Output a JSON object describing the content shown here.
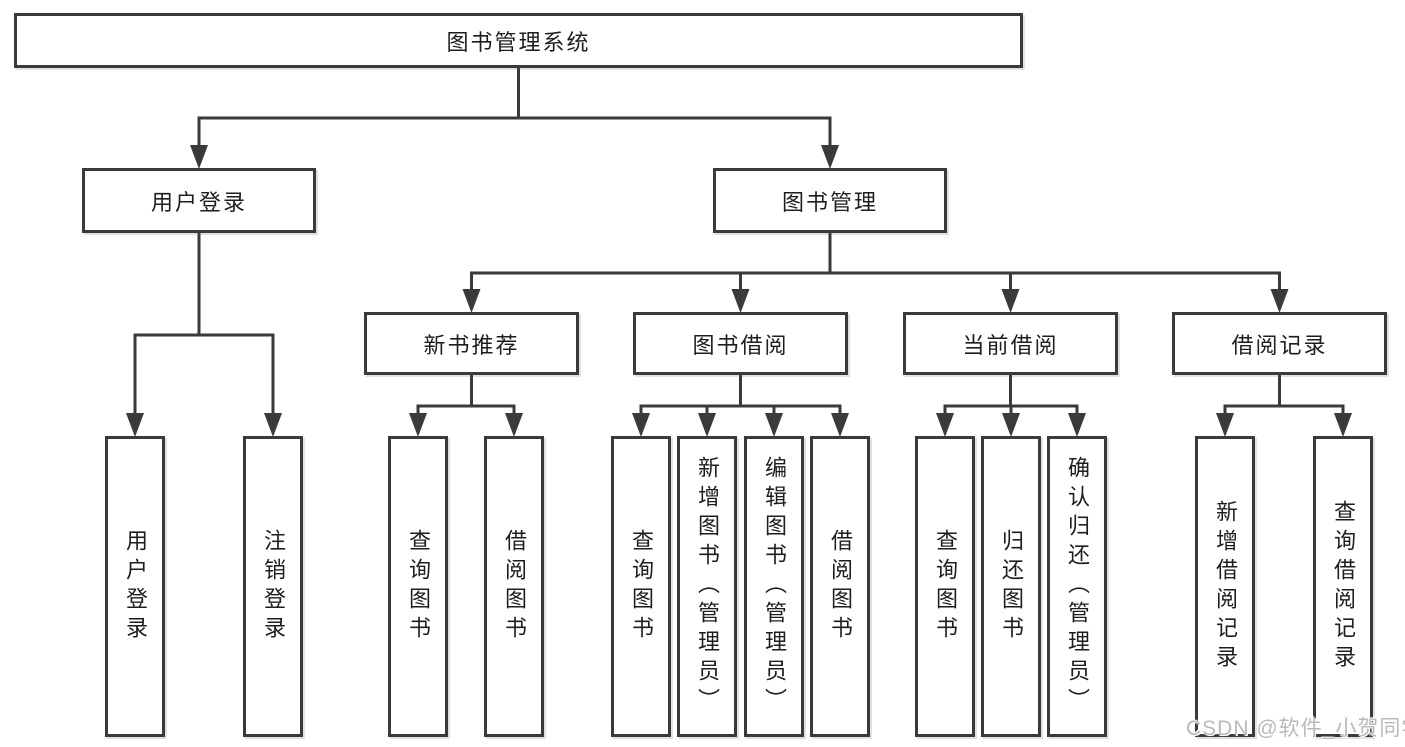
{
  "diagram": {
    "title": "图书管理系统",
    "watermark": "CSDN @软件_小贺同学",
    "colors": {
      "line": "#3a3a3a",
      "text": "#1e1e1e",
      "box_background": "#ffffff",
      "watermark": "#b9b9b9"
    },
    "nodes": [
      {
        "id": "root",
        "label": "图书管理系统",
        "parent": null
      },
      {
        "id": "login",
        "label": "用户登录",
        "parent": "root"
      },
      {
        "id": "mgmt",
        "label": "图书管理",
        "parent": "root"
      },
      {
        "id": "login-user",
        "label": "用户登录",
        "parent": "login"
      },
      {
        "id": "login-logout",
        "label": "注销登录",
        "parent": "login"
      },
      {
        "id": "rec",
        "label": "新书推荐",
        "parent": "mgmt"
      },
      {
        "id": "borrow",
        "label": "图书借阅",
        "parent": "mgmt"
      },
      {
        "id": "current",
        "label": "当前借阅",
        "parent": "mgmt"
      },
      {
        "id": "records",
        "label": "借阅记录",
        "parent": "mgmt"
      },
      {
        "id": "rec-query",
        "label": "查询图书",
        "parent": "rec"
      },
      {
        "id": "rec-borrow",
        "label": "借阅图书",
        "parent": "rec"
      },
      {
        "id": "borrow-query",
        "label": "查询图书",
        "parent": "borrow"
      },
      {
        "id": "borrow-add",
        "label": "新增图书（管理员）",
        "parent": "borrow"
      },
      {
        "id": "borrow-edit",
        "label": "编辑图书（管理员）",
        "parent": "borrow"
      },
      {
        "id": "borrow-borrow",
        "label": "借阅图书",
        "parent": "borrow"
      },
      {
        "id": "cur-query",
        "label": "查询图书",
        "parent": "current"
      },
      {
        "id": "cur-return",
        "label": "归还图书",
        "parent": "current"
      },
      {
        "id": "cur-confirm",
        "label": "确认归还（管理员）",
        "parent": "current"
      },
      {
        "id": "rec2-add",
        "label": "新增借阅记录",
        "parent": "records"
      },
      {
        "id": "rec2-query",
        "label": "查询借阅记录",
        "parent": "records"
      }
    ]
  }
}
